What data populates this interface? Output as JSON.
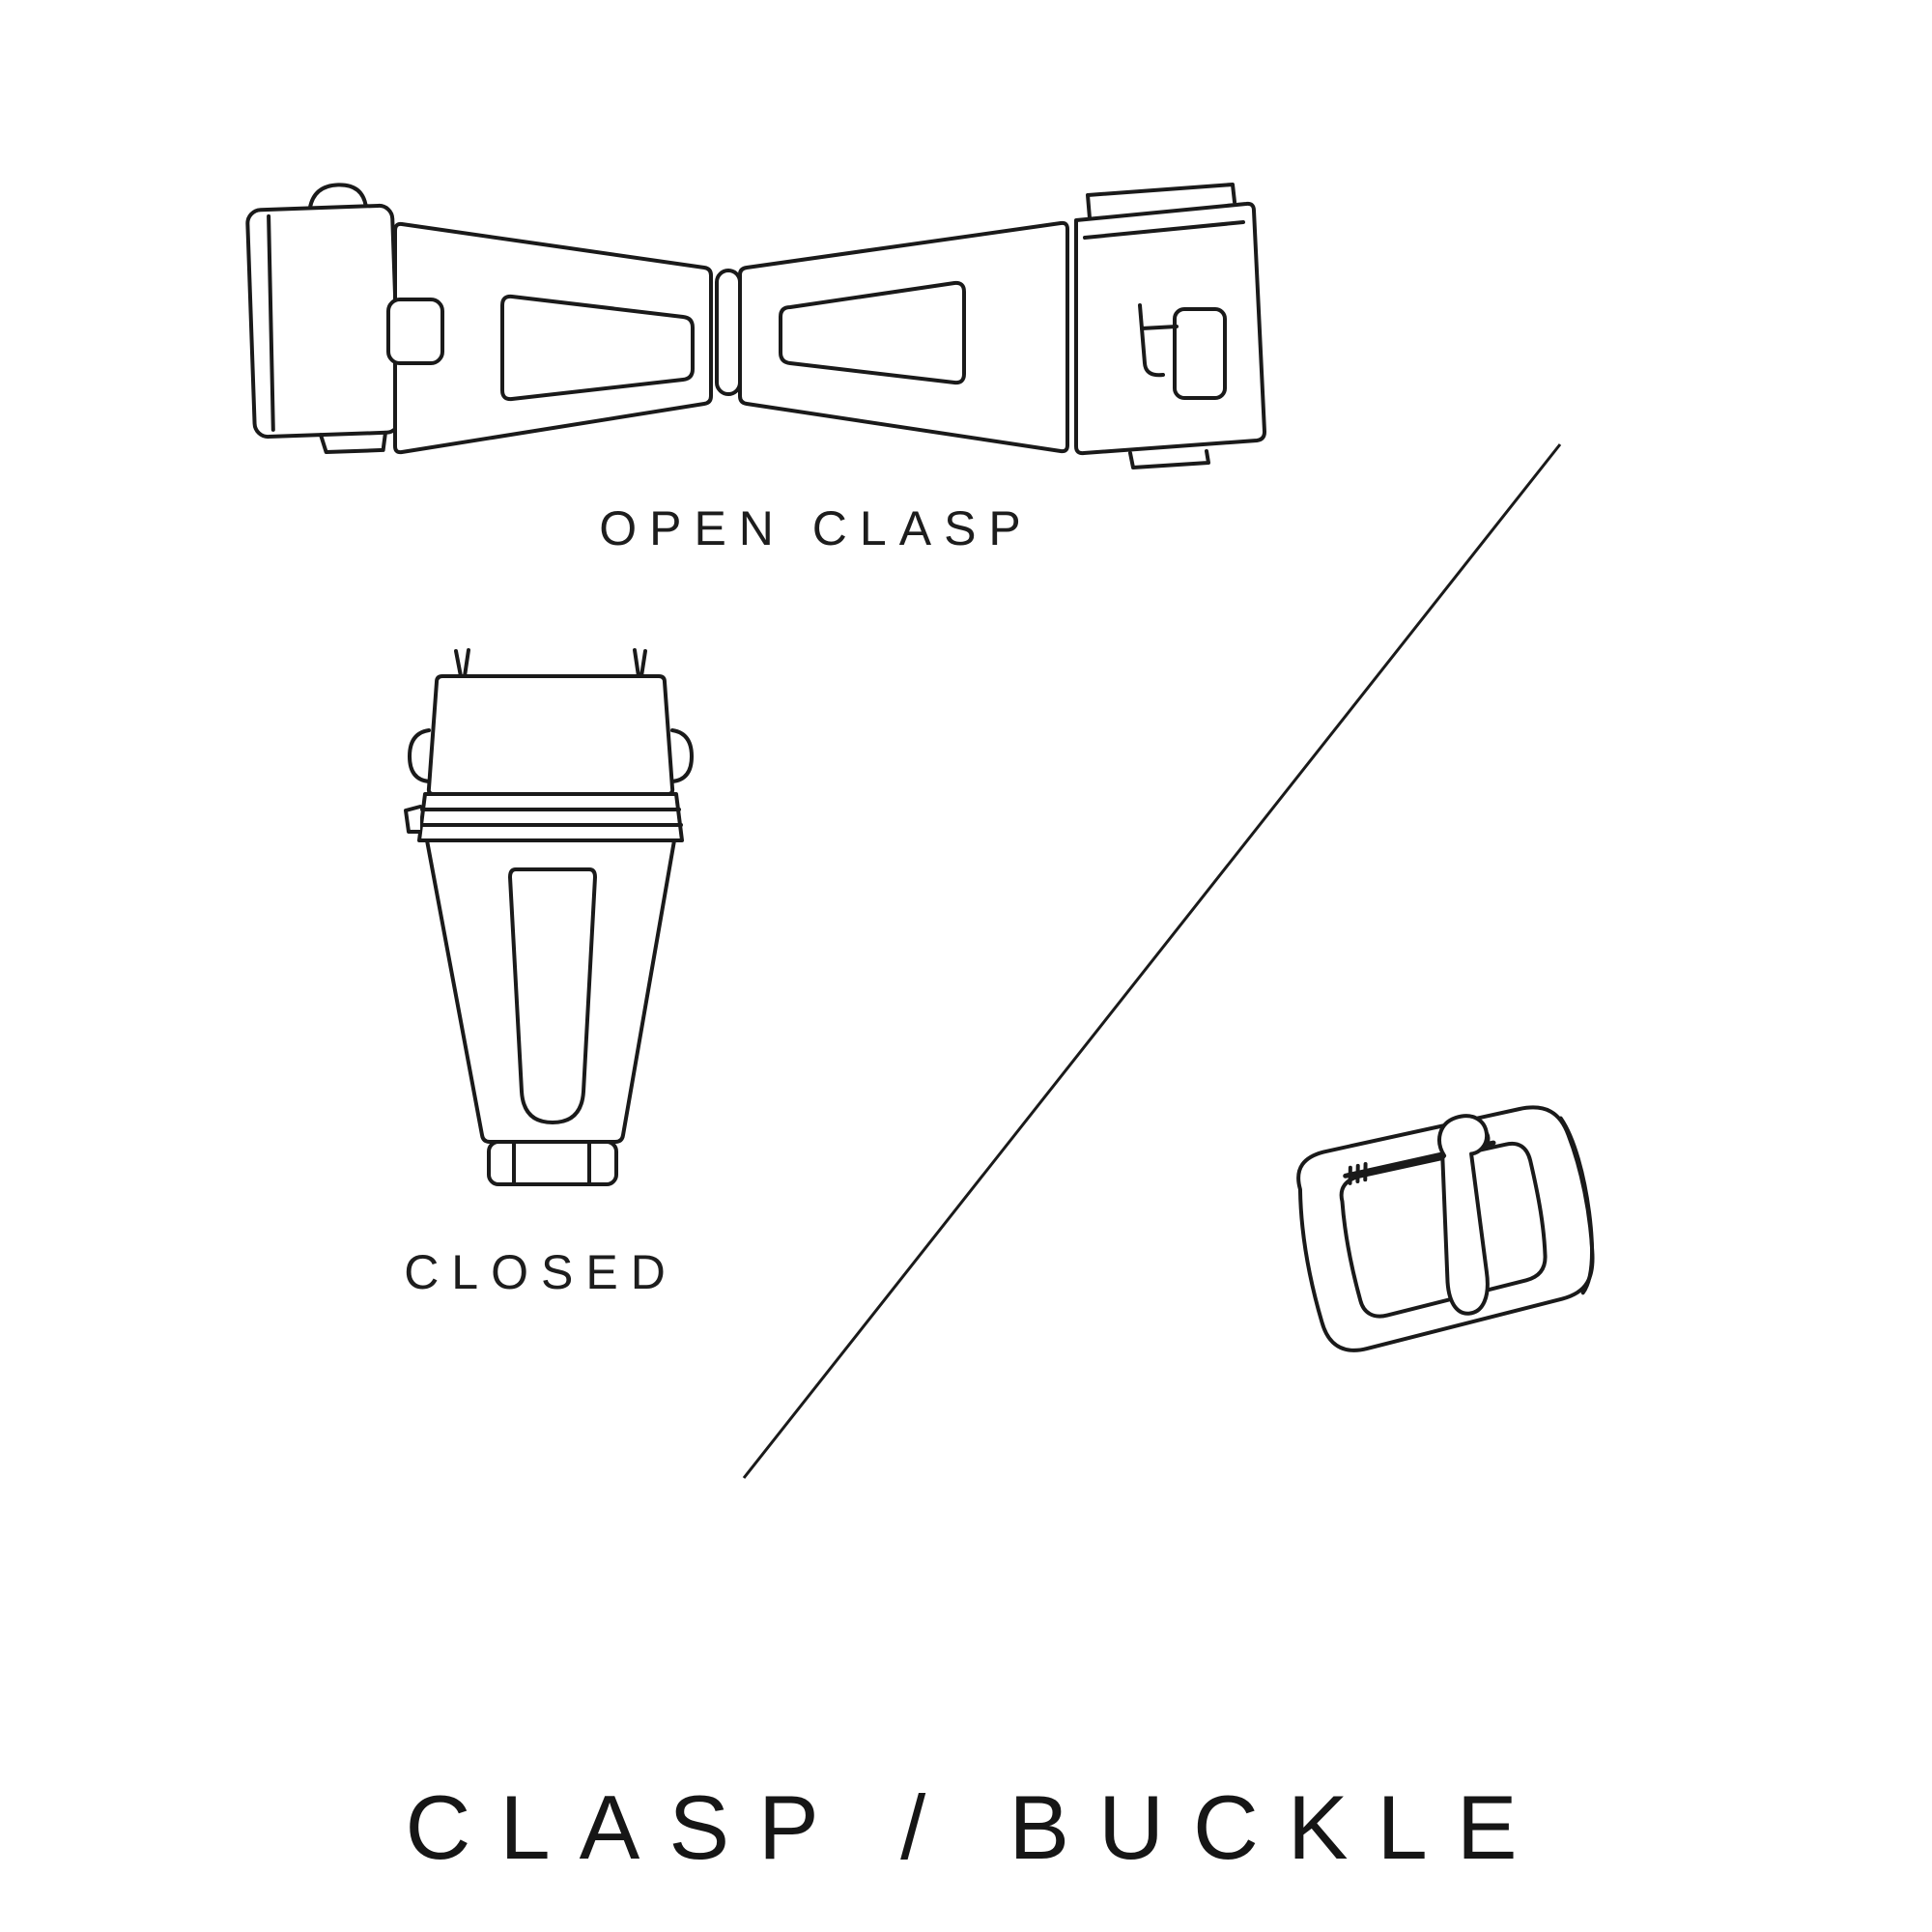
{
  "colors": {
    "background": "#ffffff",
    "ink": "#1a1a1a"
  },
  "labels": {
    "open_clasp": "OPEN CLASP",
    "closed": "CLOSED"
  },
  "title": "CLASP / BUCKLE",
  "illustrations": [
    {
      "name": "open-clasp-drawing",
      "caption": "OPEN CLASP"
    },
    {
      "name": "closed-clasp-drawing",
      "caption": "CLOSED"
    },
    {
      "name": "buckle-drawing",
      "caption": ""
    },
    {
      "name": "divider-line",
      "caption": ""
    }
  ]
}
